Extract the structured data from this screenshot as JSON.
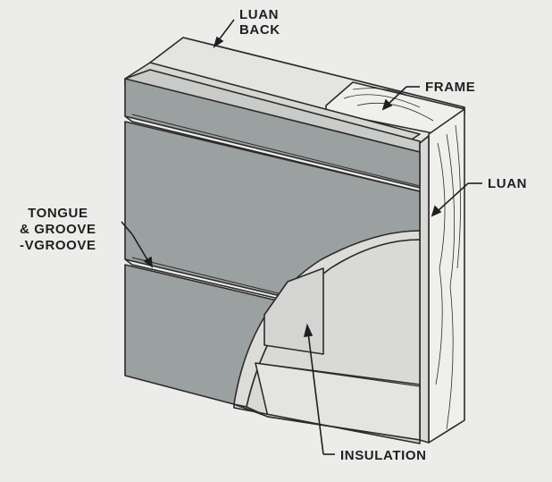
{
  "labels": {
    "luan_back": [
      "LUAN",
      "BACK"
    ],
    "frame": "FRAME",
    "luan": "LUAN",
    "tongue_groove": [
      "TONGUE",
      "& GROOVE",
      "-VGROOVE"
    ],
    "insulation": "INSULATION"
  },
  "colors": {
    "background": "#ececea",
    "panel_face": "#9aa1a0",
    "panel_dark": "#878e8d",
    "luan_layer": "#dcdcd9",
    "frame_wood": "#efefec",
    "insulation": "#d4d5d2",
    "outline": "#2b2b2b"
  }
}
